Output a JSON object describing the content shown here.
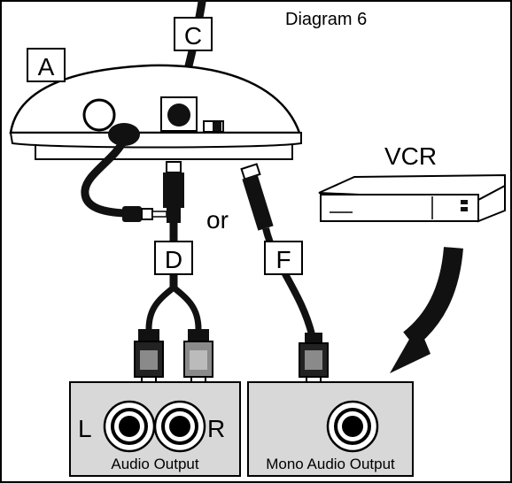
{
  "title": "Diagram 6",
  "labels": {
    "a": "A",
    "c": "C",
    "d": "D",
    "f": "F",
    "or": "or",
    "vcr": "VCR",
    "left": "L",
    "right": "R"
  },
  "panels": {
    "stereo": "Audio Output",
    "mono": "Mono Audio Output"
  },
  "colors": {
    "panel_fill": "#d8d8d8",
    "cable": "#111111",
    "plug_gray": "#8a8a8a"
  }
}
